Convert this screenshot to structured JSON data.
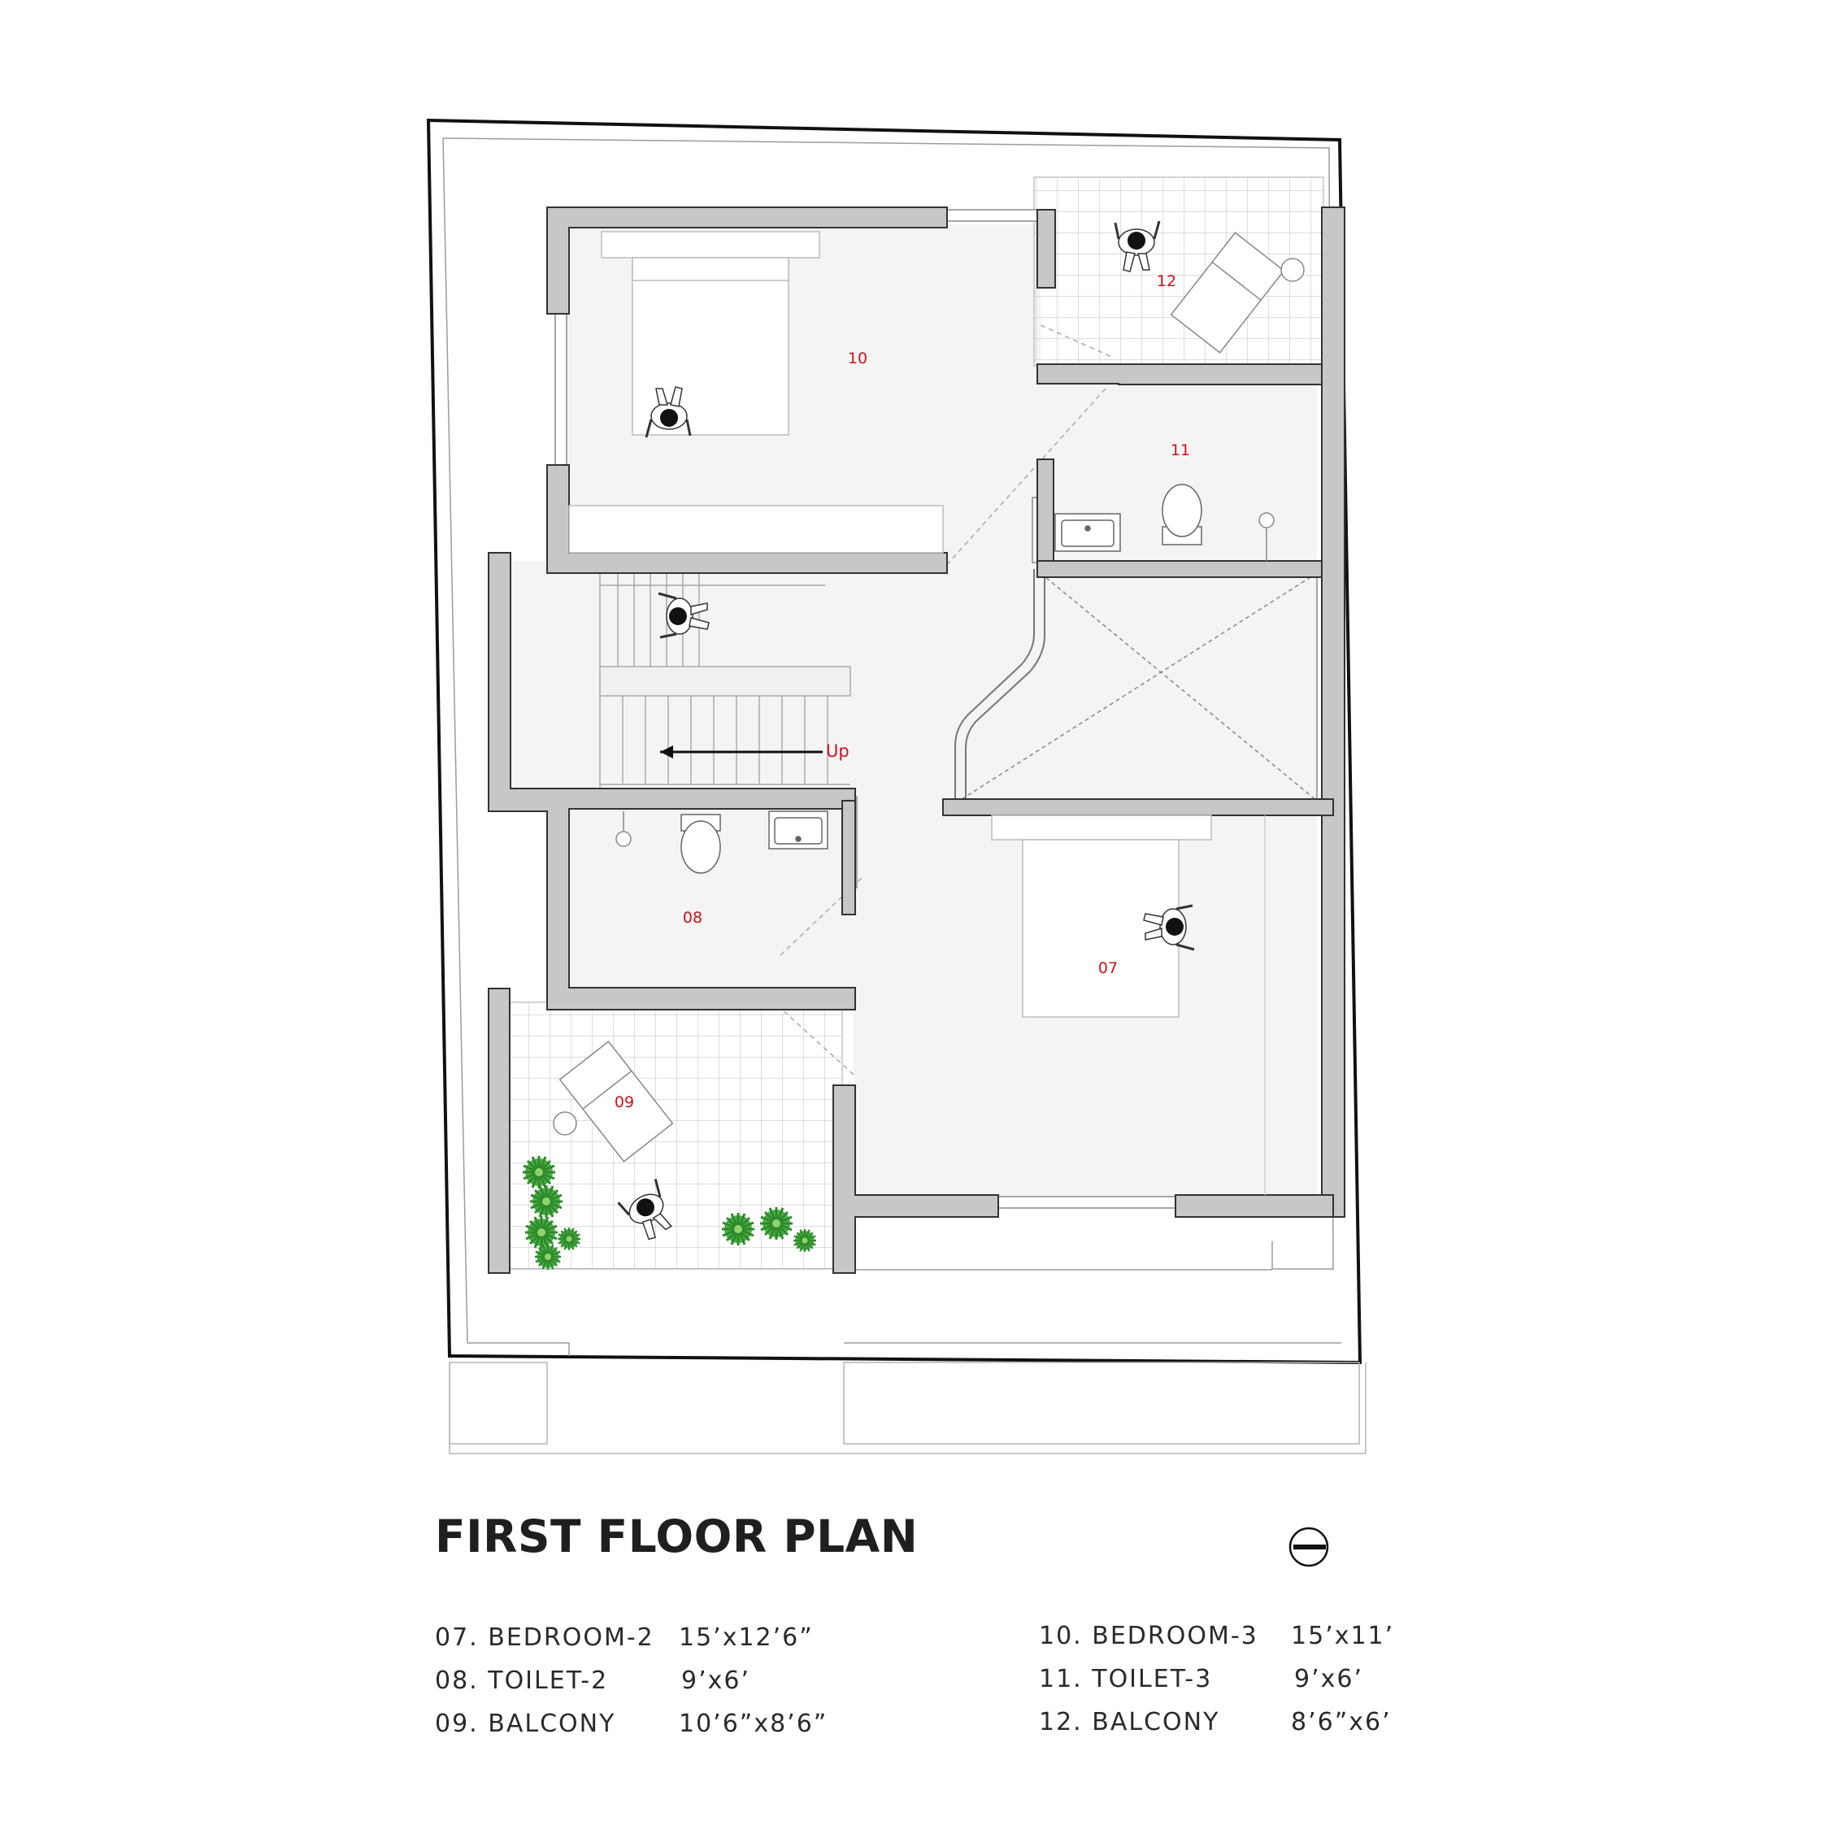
{
  "title": "FIRST FLOOR PLAN",
  "rooms": [
    {
      "id": "07",
      "name": "BEDROOM-2",
      "size": "15’x12’6”"
    },
    {
      "id": "08",
      "name": "TOILET-2",
      "size": "9’x6’"
    },
    {
      "id": "09",
      "name": "BALCONY",
      "size": "10’6”x8’6”"
    },
    {
      "id": "10",
      "name": "BEDROOM-3",
      "size": "15’x11’"
    },
    {
      "id": "11",
      "name": "TOILET-3",
      "size": "9’x6’"
    },
    {
      "id": "12",
      "name": "BALCONY",
      "size": "8’6”x6’"
    }
  ],
  "legend": {
    "left": [
      "07. BEDROOM-2",
      "08. TOILET-2",
      "09. BALCONY"
    ],
    "left_sizes": [
      "15’x12’6”",
      "9’x6’",
      "10’6”x8’6”"
    ],
    "right": [
      "10. BEDROOM-3",
      "11. TOILET-3",
      "12. BALCONY"
    ],
    "right_sizes": [
      "15’x11’",
      "9’x6’",
      "8’6”x6’"
    ]
  },
  "stair_label": "Up",
  "colors": {
    "wall": "#c7c7c7",
    "wall_edge": "#333333",
    "label": "#d0121b",
    "plant": "#3ea33a",
    "floor": "#f4f4f4"
  },
  "icons": [
    "north-arrow-icon",
    "person-icon",
    "plant-icon",
    "bed-icon",
    "wc-icon",
    "washbasin-icon",
    "shower-icon",
    "lounge-chair-icon"
  ]
}
